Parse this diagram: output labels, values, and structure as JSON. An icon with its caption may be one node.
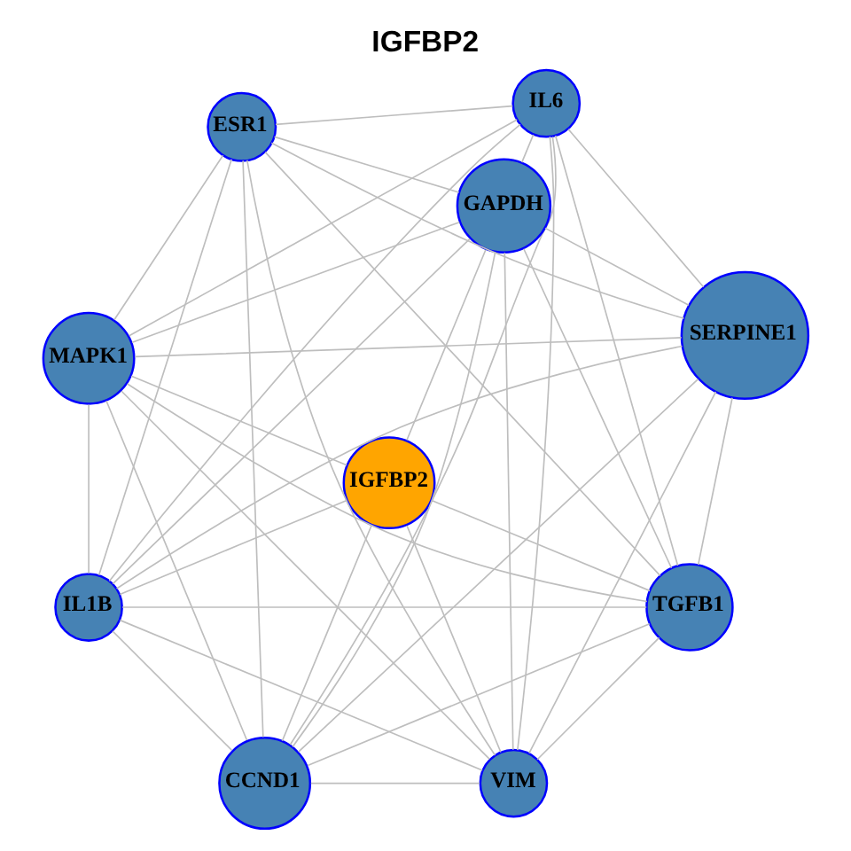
{
  "diagram": {
    "title": "IGFBP2",
    "nodes": [
      {
        "text": [
          "CCND1"
        ]
      },
      {
        "text": [
          "IL6"
        ]
      },
      {
        "text": [
          "ESR1"
        ]
      },
      {
        "text": [
          "VIM"
        ]
      },
      {
        "text": [
          "TGFB1"
        ]
      },
      {
        "text": [
          "IGFBP2"
        ]
      },
      {
        "text": [
          "GAPDH"
        ]
      },
      {
        "text": [
          "SERPINE1"
        ]
      },
      {
        "text": [
          "MAPK1"
        ]
      },
      {
        "text": [
          "IL1B"
        ]
      }
    ],
    "edges": [
      {
        "from": 0,
        "to": 1,
        "arrow": "none"
      },
      {
        "from": 0,
        "to": 2,
        "arrow": "none"
      },
      {
        "from": 0,
        "to": 3,
        "arrow": "none"
      },
      {
        "from": 0,
        "to": 4,
        "arrow": "none"
      },
      {
        "from": 0,
        "to": 5,
        "arrow": "none"
      },
      {
        "from": 0,
        "to": 6,
        "arrow": "none"
      },
      {
        "from": 0,
        "to": 7,
        "arrow": "none"
      },
      {
        "from": 0,
        "to": 8,
        "arrow": "none"
      },
      {
        "from": 0,
        "to": 9,
        "arrow": "none"
      },
      {
        "from": 1,
        "to": 2,
        "arrow": "none"
      },
      {
        "from": 1,
        "to": 3,
        "arrow": "none"
      },
      {
        "from": 1,
        "to": 4,
        "arrow": "none"
      },
      {
        "from": 1,
        "to": 6,
        "arrow": "none"
      },
      {
        "from": 1,
        "to": 7,
        "arrow": "none"
      },
      {
        "from": 1,
        "to": 8,
        "arrow": "none"
      },
      {
        "from": 1,
        "to": 9,
        "arrow": "none"
      },
      {
        "from": 2,
        "to": 3,
        "arrow": "none"
      },
      {
        "from": 2,
        "to": 4,
        "arrow": "none"
      },
      {
        "from": 2,
        "to": 6,
        "arrow": "none"
      },
      {
        "from": 2,
        "to": 7,
        "arrow": "none"
      },
      {
        "from": 2,
        "to": 8,
        "arrow": "none"
      },
      {
        "from": 2,
        "to": 9,
        "arrow": "none"
      },
      {
        "from": 3,
        "to": 4,
        "arrow": "none"
      },
      {
        "from": 3,
        "to": 5,
        "arrow": "none"
      },
      {
        "from": 3,
        "to": 6,
        "arrow": "none"
      },
      {
        "from": 3,
        "to": 7,
        "arrow": "none"
      },
      {
        "from": 3,
        "to": 8,
        "arrow": "none"
      },
      {
        "from": 3,
        "to": 9,
        "arrow": "none"
      },
      {
        "from": 4,
        "to": 5,
        "arrow": "none"
      },
      {
        "from": 4,
        "to": 6,
        "arrow": "none"
      },
      {
        "from": 4,
        "to": 7,
        "arrow": "none"
      },
      {
        "from": 4,
        "to": 8,
        "arrow": "none"
      },
      {
        "from": 4,
        "to": 9,
        "arrow": "none"
      },
      {
        "from": 5,
        "to": 6,
        "arrow": "none"
      },
      {
        "from": 5,
        "to": 8,
        "arrow": "none"
      },
      {
        "from": 5,
        "to": 9,
        "arrow": "none"
      },
      {
        "from": 6,
        "to": 7,
        "arrow": "none"
      },
      {
        "from": 6,
        "to": 8,
        "arrow": "none"
      },
      {
        "from": 6,
        "to": 9,
        "arrow": "none"
      },
      {
        "from": 7,
        "to": 8,
        "arrow": "none"
      },
      {
        "from": 7,
        "to": 9,
        "arrow": "none"
      },
      {
        "from": 8,
        "to": 9,
        "arrow": "none"
      }
    ]
  }
}
